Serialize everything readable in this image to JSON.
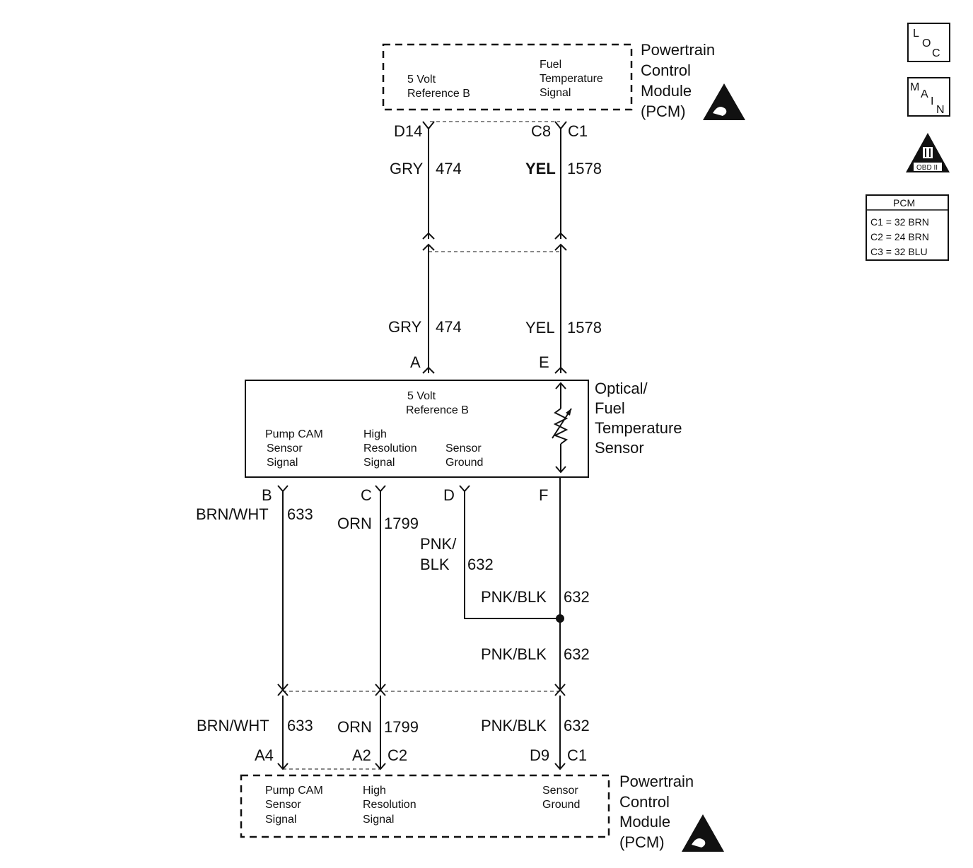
{
  "top_pcm": {
    "title_lines": [
      "Powertrain",
      "Control",
      "Module",
      "(PCM)"
    ],
    "left_func": [
      "5 Volt",
      "Reference B"
    ],
    "right_func": [
      "Fuel",
      "Temperature",
      "Signal"
    ],
    "pin_left": "D14",
    "pin_right": "C8",
    "connector_right": "C1"
  },
  "wires_upper": {
    "left_color_1": "GRY",
    "left_circuit_1": "474",
    "right_color_1": "YEL",
    "right_circuit_1": "1578",
    "left_color_2": "GRY",
    "left_circuit_2": "474",
    "right_color_2": "YEL",
    "right_circuit_2": "1578"
  },
  "sensor": {
    "title_lines": [
      "Optical/",
      "Fuel",
      "Temperature",
      "Sensor"
    ],
    "ref_lines": [
      "5 Volt",
      "Reference B"
    ],
    "pump_lines": [
      "Pump CAM",
      "Sensor",
      "Signal"
    ],
    "hires_lines": [
      "High",
      "Resolution",
      "Signal"
    ],
    "ground_lines": [
      "Sensor",
      "Ground"
    ],
    "pin_top_left": "A",
    "pin_top_right": "E",
    "pin_b": "B",
    "pin_c": "C",
    "pin_d": "D",
    "pin_f": "F"
  },
  "wires_lower": {
    "b_color": "BRN/WHT",
    "b_circuit": "633",
    "c_color": "ORN",
    "c_circuit": "1799",
    "d_color_1": "PNK/",
    "d_color_2": "BLK",
    "d_circuit": "632",
    "f_color_1": "PNK/BLK",
    "f_circuit_1": "632",
    "f_color_2": "PNK/BLK",
    "f_circuit_2": "632",
    "b_color_2": "BRN/WHT",
    "b_circuit_2": "633",
    "c_color_2": "ORN",
    "c_circuit_2": "1799",
    "f_color_3": "PNK/BLK",
    "f_circuit_3": "632"
  },
  "bottom_pcm": {
    "title_lines": [
      "Powertrain",
      "Control",
      "Module",
      "(PCM)"
    ],
    "pump_lines": [
      "Pump CAM",
      "Sensor",
      "Signal"
    ],
    "hires_lines": [
      "High",
      "Resolution",
      "Signal"
    ],
    "ground_lines": [
      "Sensor",
      "Ground"
    ],
    "pin_a4": "A4",
    "pin_a2": "A2",
    "conn_c2": "C2",
    "pin_d9": "D9",
    "conn_c1": "C1"
  },
  "legend": {
    "loc_letters": [
      "L",
      "O",
      "C"
    ],
    "main_letters": [
      "M",
      "A",
      "I",
      "N"
    ],
    "obd_label": "OBD II",
    "pcm_title": "PCM",
    "pcm_rows": [
      "C1 = 32 BRN",
      "C2 = 24 BRN",
      "C3 = 32 BLU"
    ]
  },
  "icons": {
    "esd": "esd-warning-icon",
    "obd": "obd-ii-icon",
    "thermistor": "thermistor-icon",
    "splice": "splice-dot-icon"
  }
}
